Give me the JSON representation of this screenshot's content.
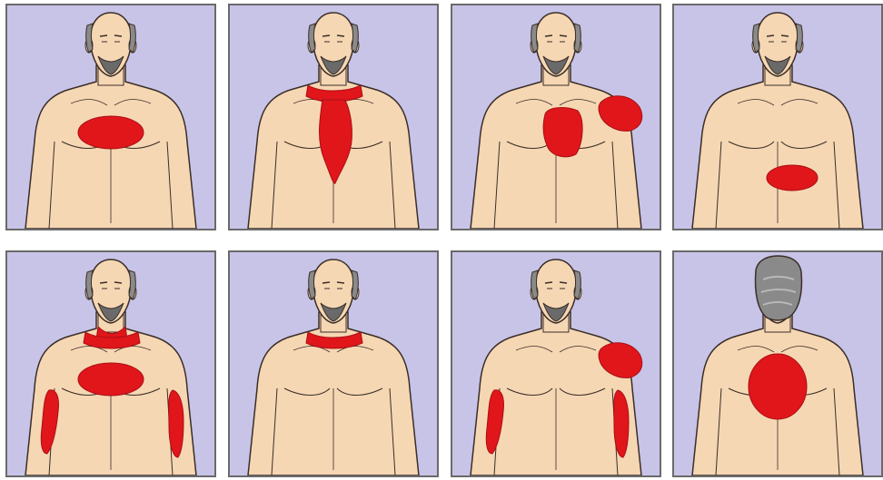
{
  "colors": {
    "background": "#c8c4e8",
    "skin": "#f6d7b3",
    "outline": "#3a2e28",
    "pain": "#e0161b",
    "hair": "#8a8a8a",
    "beard": "#6a6a6a",
    "border": "#6a6a6a"
  },
  "panels": [
    {
      "view": "front",
      "pain_regions": [
        "center-chest"
      ]
    },
    {
      "view": "front",
      "pain_regions": [
        "neck",
        "center-chest-downward"
      ]
    },
    {
      "view": "front",
      "pain_regions": [
        "left-chest",
        "left-shoulder"
      ]
    },
    {
      "view": "front",
      "pain_regions": [
        "upper-abdomen"
      ]
    },
    {
      "view": "front",
      "pain_regions": [
        "jaw",
        "neck",
        "center-chest",
        "both-arms"
      ]
    },
    {
      "view": "front",
      "pain_regions": [
        "neck"
      ]
    },
    {
      "view": "front",
      "pain_regions": [
        "left-shoulder",
        "both-arms"
      ]
    },
    {
      "view": "back",
      "pain_regions": [
        "upper-back"
      ]
    }
  ]
}
